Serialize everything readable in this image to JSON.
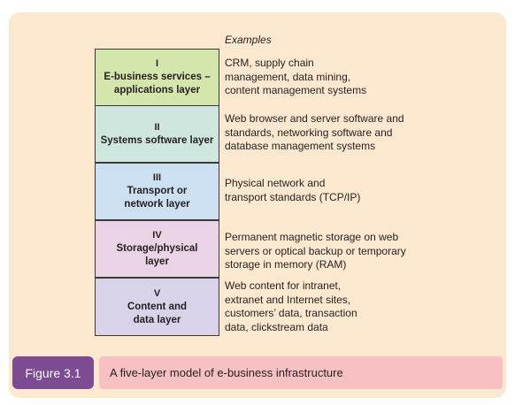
{
  "figure": {
    "label": "Figure 3.1",
    "caption": "A five-layer model of e-business infrastructure"
  },
  "examples_heading": "Examples",
  "layers": [
    {
      "numeral": "I",
      "name_lines": [
        "E-business services –",
        "applications layer"
      ],
      "color": "#d5e6ad",
      "example_lines": [
        "CRM, supply chain",
        "management, data mining,",
        "content management systems"
      ]
    },
    {
      "numeral": "II",
      "name_lines": [
        "Systems software layer"
      ],
      "color": "#cfe6df",
      "example_lines": [
        "Web browser and server software and",
        "standards, networking software and",
        "database management systems"
      ]
    },
    {
      "numeral": "III",
      "name_lines": [
        "Transport or",
        "network layer"
      ],
      "color": "#cde0f1",
      "example_lines": [
        "Physical network and",
        "transport standards (TCP/IP)"
      ]
    },
    {
      "numeral": "IV",
      "name_lines": [
        "Storage/physical",
        "layer"
      ],
      "color": "#ead3e4",
      "example_lines": [
        "Permanent magnetic storage on web",
        "servers or optical backup or temporary",
        "storage in memory (RAM)"
      ]
    },
    {
      "numeral": "V",
      "name_lines": [
        "Content and",
        "data layer"
      ],
      "color": "#d8d3e8",
      "example_lines": [
        "Web content for intranet,",
        "extranet and Internet sites,",
        "customers’ data, transaction",
        "data, clickstream data"
      ]
    }
  ],
  "colors": {
    "panel_background": "#fbe8cf",
    "figure_label_background": "#7d4b91",
    "caption_background": "#f7c1c4"
  }
}
